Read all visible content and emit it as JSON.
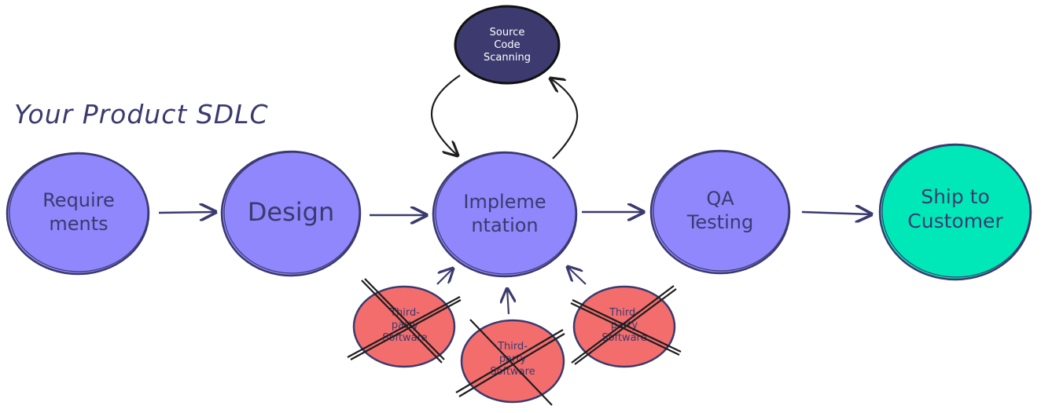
{
  "title": "Your Product SDLC",
  "colors": {
    "stage_fill": "#8f87fb",
    "ship_fill": "#00e8b8",
    "scan_fill": "#3c3a6f",
    "third_party_fill": "#f46d6d",
    "stroke": "#3b3a6e",
    "cross": "#1e1e1e"
  },
  "stages": [
    {
      "id": "requirements",
      "label_line1": "Require",
      "label_line2": "ments"
    },
    {
      "id": "design",
      "label_line1": "Design",
      "label_line2": ""
    },
    {
      "id": "implementation",
      "label_line1": "Impleme",
      "label_line2": "ntation"
    },
    {
      "id": "qa",
      "label_line1": "QA",
      "label_line2": "Testing"
    },
    {
      "id": "ship",
      "label_line1": "Ship to",
      "label_line2": "Customer"
    }
  ],
  "scanner": {
    "line1": "Source",
    "line2": "Code",
    "line3": "Scanning"
  },
  "third_party": [
    {
      "line1": "Third-",
      "line2": "party",
      "line3": "Software",
      "crossed": true
    },
    {
      "line1": "Third-",
      "line2": "party",
      "line3": "Software",
      "crossed": true
    },
    {
      "line1": "Third-",
      "line2": "party",
      "line3": "Software",
      "crossed": true
    }
  ]
}
